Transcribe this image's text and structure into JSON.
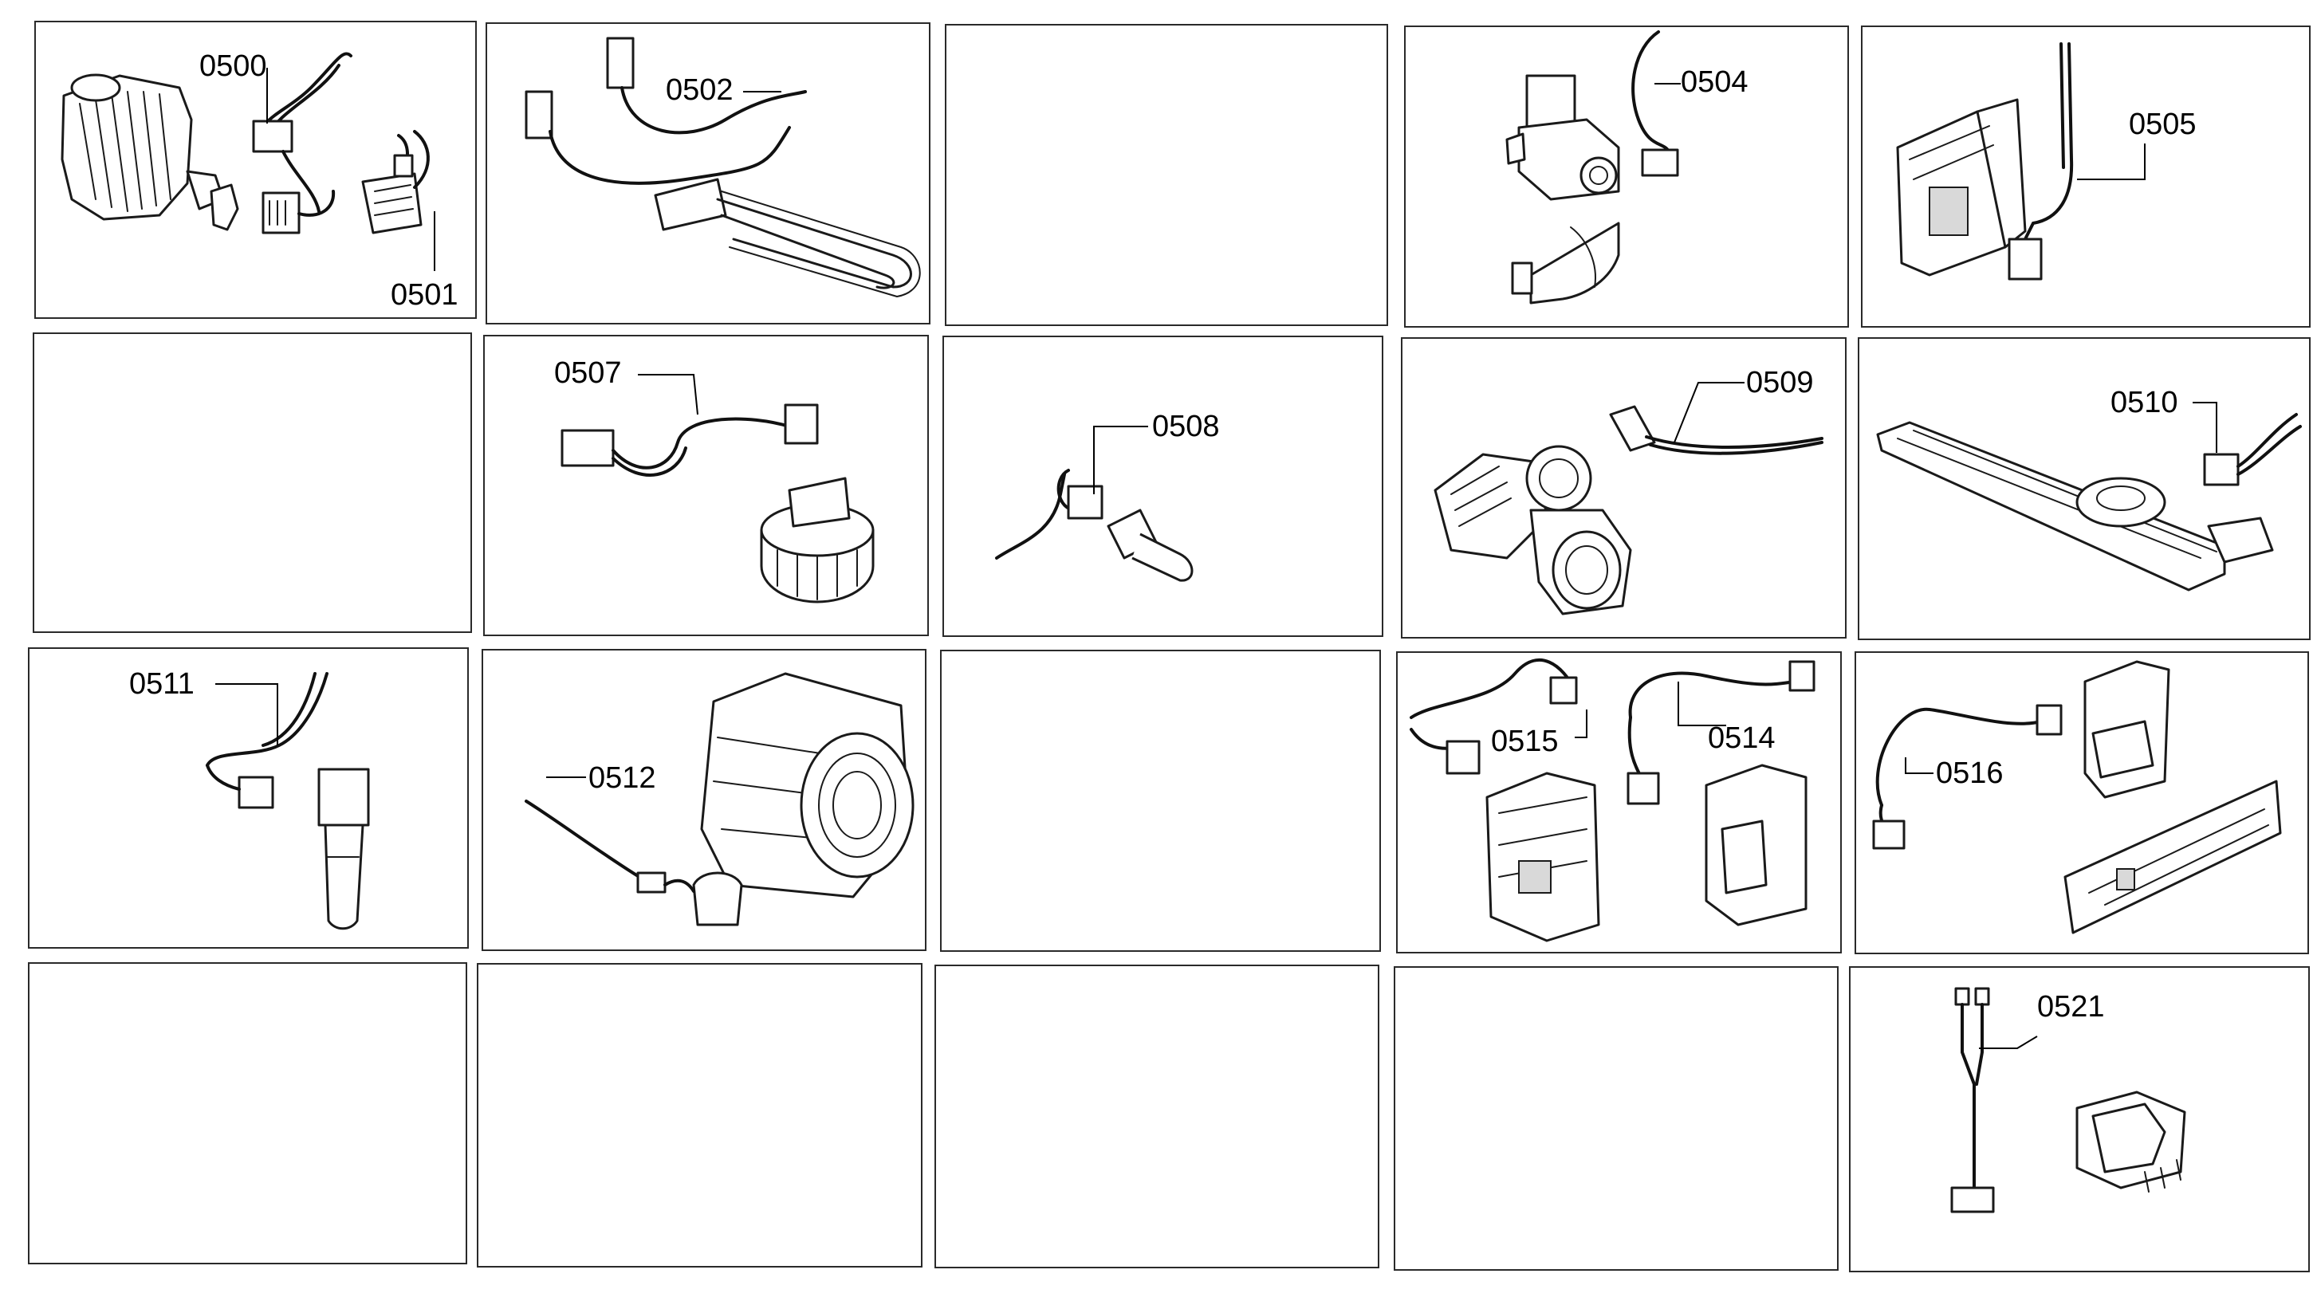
{
  "diagram": {
    "part_labels": {
      "p0500": "0500",
      "p0501": "0501",
      "p0502": "0502",
      "p0504": "0504",
      "p0505": "0505",
      "p0507": "0507",
      "p0508": "0508",
      "p0509": "0509",
      "p0510": "0510",
      "p0511": "0511",
      "p0512": "0512",
      "p0514": "0514",
      "p0515": "0515",
      "p0516": "0516",
      "p0521": "0521"
    },
    "icons": [
      "motor-icon",
      "wiring-harness-icon",
      "heater-element-icon",
      "water-valve-icon",
      "control-module-icon",
      "pressure-switch-icon",
      "sensor-icon",
      "drain-pump-icon",
      "dispenser-tray-icon",
      "tub-icon",
      "circuit-board-icon",
      "door-lock-icon"
    ],
    "colors": {
      "line": "#1a1a1a",
      "background": "#ffffff"
    }
  }
}
